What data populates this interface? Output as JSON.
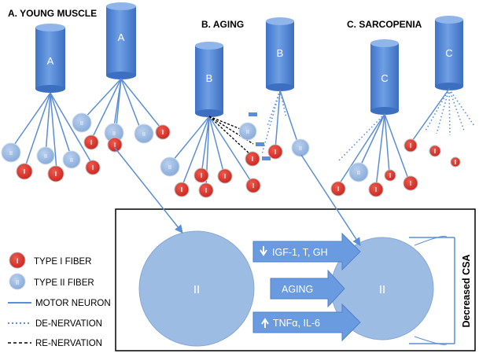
{
  "panels": {
    "a": {
      "title": "A. YOUNG MUSCLE",
      "neuron_label": "A"
    },
    "b": {
      "title": "B. AGING",
      "neuron_label": "B"
    },
    "c": {
      "title": "C. SARCOPENIA",
      "neuron_label": "C"
    }
  },
  "fiber_labels": {
    "type1": "I",
    "type2": "II"
  },
  "legend": {
    "type1_fiber": "TYPE I FIBER",
    "type2_fiber": "TYPE II FIBER",
    "motor_neuron": "MOTOR NEURON",
    "denervation": "DE-NERVATION",
    "renervation": "RE-NERVATION"
  },
  "inset": {
    "large_fiber_label": "II",
    "small_fiber_label": "II",
    "arrow_top_label": "IGF-1, T, GH",
    "arrow_middle_label": "AGING",
    "arrow_bottom_label": "TNFα, IL-6",
    "side_label": "Decreased CSA"
  },
  "colors": {
    "type1_fiber": "#d9342b",
    "type2_fiber": "#9dbce3",
    "neuron": "#5b8ed6",
    "line": "#5b8ed6",
    "renervation": "#000000"
  }
}
